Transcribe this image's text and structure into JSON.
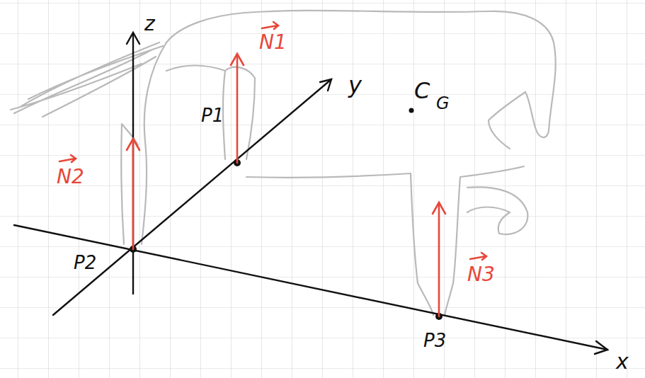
{
  "diagram": {
    "labels": [
      "z",
      "N1",
      "y",
      "C",
      "G",
      "P1",
      "N2",
      "P2",
      "N3",
      "P3",
      "x"
    ]
  }
}
